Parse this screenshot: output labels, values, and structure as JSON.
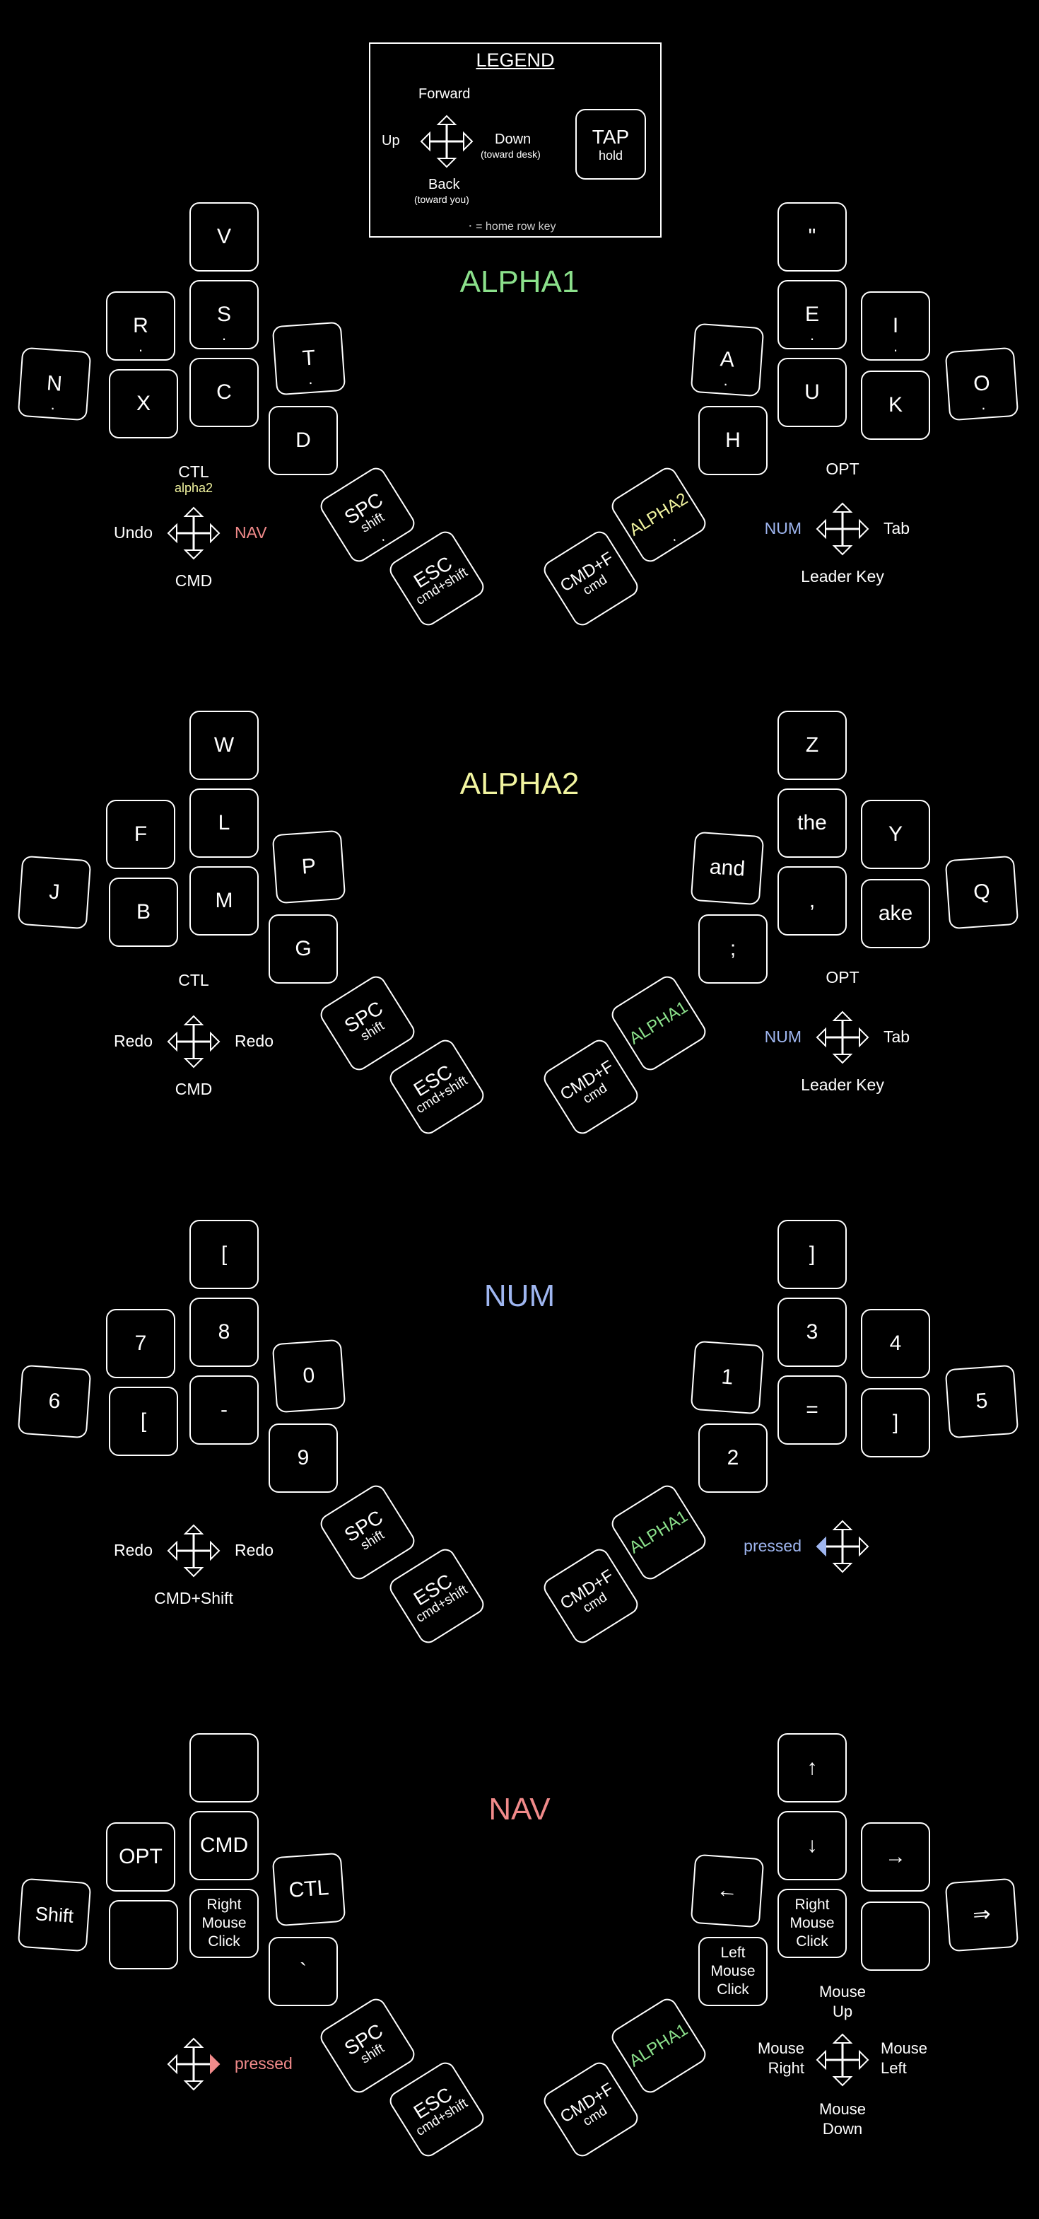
{
  "legend": {
    "title": "LEGEND",
    "forward": "Forward",
    "up": "Up",
    "down": "Down",
    "down_note": "(toward desk)",
    "back": "Back",
    "back_note": "(toward you)",
    "tap": "TAP",
    "hold": "hold",
    "home_row_note": "=  home row key"
  },
  "colors": {
    "alpha1": "#8be08b",
    "alpha2": "#f2f5a0",
    "num": "#9fb6f0",
    "nav": "#f08a8a",
    "white": "#ffffff"
  },
  "layers": [
    {
      "name": "ALPHA1",
      "left_keys": {
        "pinky": "N",
        "ring_top": "R",
        "ring_bottom": "X",
        "middle_top": "V",
        "middle_home": "S",
        "middle_bottom": "C",
        "index_home": "T",
        "index_bottom": "D"
      },
      "right_keys": {
        "middle_top": "\"",
        "middle_home": "E",
        "middle_bottom": "U",
        "index_home": "A",
        "index_bottom": "H",
        "ring_top": "I",
        "ring_bottom": "K",
        "pinky": "O"
      },
      "left_thumb1": {
        "tap": "SPC",
        "hold": "shift"
      },
      "left_thumb2": {
        "tap": "ESC",
        "hold": "cmd+shift"
      },
      "right_thumb1": {
        "tap": "CMD+F",
        "hold": "cmd"
      },
      "right_thumb2": {
        "tap": "ALPHA2"
      },
      "left_dir": {
        "top": "CTL",
        "top_sub": "alpha2",
        "left": "Undo",
        "right": "NAV",
        "bottom": "CMD"
      },
      "right_dir": {
        "top": "OPT",
        "left": "NUM",
        "right": "Tab",
        "bottom": "Leader Key"
      }
    },
    {
      "name": "ALPHA2",
      "left_keys": {
        "pinky": "J",
        "ring_top": "F",
        "ring_bottom": "B",
        "middle_top": "W",
        "middle_home": "L",
        "middle_bottom": "M",
        "index_home": "P",
        "index_bottom": "G"
      },
      "right_keys": {
        "middle_top": "Z",
        "middle_home": "the",
        "middle_bottom": ",",
        "index_home": "and",
        "index_bottom": ";",
        "ring_top": "Y",
        "ring_bottom": "ake",
        "pinky": "Q"
      },
      "left_thumb1": {
        "tap": "SPC",
        "hold": "shift"
      },
      "left_thumb2": {
        "tap": "ESC",
        "hold": "cmd+shift"
      },
      "right_thumb1": {
        "tap": "CMD+F",
        "hold": "cmd"
      },
      "right_thumb2": {
        "tap": "ALPHA1"
      },
      "left_dir": {
        "top": "CTL",
        "left": "Redo",
        "right": "Redo",
        "bottom": "CMD"
      },
      "right_dir": {
        "top": "OPT",
        "left": "NUM",
        "right": "Tab",
        "bottom": "Leader Key"
      }
    },
    {
      "name": "NUM",
      "left_keys": {
        "pinky": "6",
        "ring_top": "7",
        "ring_bottom": "[",
        "middle_top": "[",
        "middle_home": "8",
        "middle_bottom": "-",
        "index_home": "0",
        "index_bottom": "9"
      },
      "right_keys": {
        "middle_top": "]",
        "middle_home": "3",
        "middle_bottom": "=",
        "index_home": "1",
        "index_bottom": "2",
        "ring_top": "4",
        "ring_bottom": "]",
        "pinky": "5"
      },
      "left_thumb1": {
        "tap": "SPC",
        "hold": "shift"
      },
      "left_thumb2": {
        "tap": "ESC",
        "hold": "cmd+shift"
      },
      "right_thumb1": {
        "tap": "CMD+F",
        "hold": "cmd"
      },
      "right_thumb2": {
        "tap": "ALPHA1"
      },
      "left_dir": {
        "left": "Redo",
        "right": "Redo",
        "bottom": "CMD+Shift"
      },
      "right_dir": {
        "left": "pressed"
      }
    },
    {
      "name": "NAV",
      "left_keys": {
        "pinky": "Shift",
        "ring_top": "OPT",
        "ring_bottom": "",
        "middle_top": "",
        "middle_home": "CMD",
        "middle_bottom": "Right Mouse Click",
        "index_home": "CTL",
        "index_bottom": "`"
      },
      "right_keys": {
        "middle_top": "↑",
        "middle_home": "↓",
        "middle_bottom": "Right Mouse Click",
        "index_home": "←",
        "index_bottom": "Left Mouse Click",
        "ring_top": "→",
        "ring_bottom": "",
        "pinky": "⇒"
      },
      "left_thumb1": {
        "tap": "SPC",
        "hold": "shift"
      },
      "left_thumb2": {
        "tap": "ESC",
        "hold": "cmd+shift"
      },
      "right_thumb1": {
        "tap": "CMD+F",
        "hold": "cmd"
      },
      "right_thumb2": {
        "tap": "ALPHA1"
      },
      "left_dir": {
        "right": "pressed"
      },
      "right_dir": {
        "top": "Mouse Up",
        "left": "Mouse Right",
        "right": "Mouse Left",
        "bottom": "Mouse Down"
      }
    }
  ]
}
